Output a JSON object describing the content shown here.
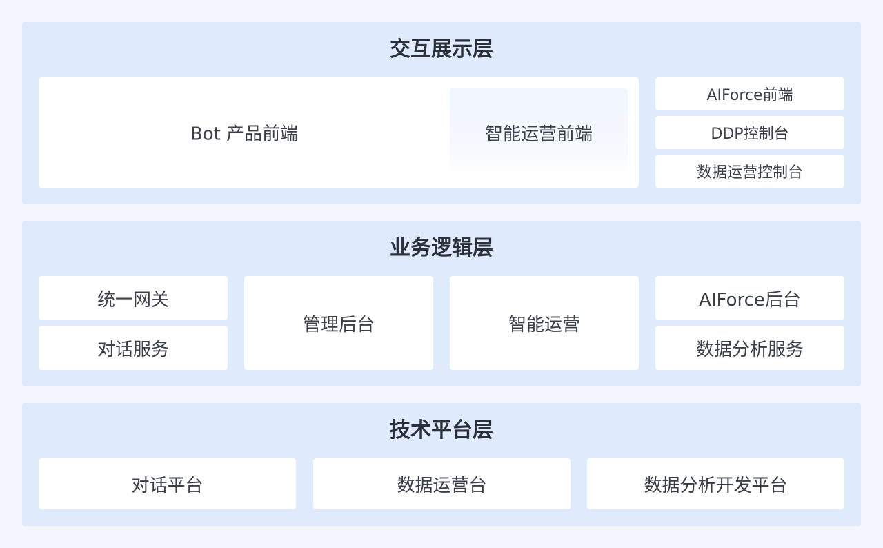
{
  "layers": [
    {
      "title": "交互展示层",
      "main_box": {
        "label": "Bot 产品前端",
        "inner_label": "智能运营前端"
      },
      "side_boxes": [
        "AIForce前端",
        "DDP控制台",
        "数据运营控制台"
      ]
    },
    {
      "title": "业务逻辑层",
      "col1": [
        "统一网关",
        "对话服务"
      ],
      "col2": "管理后台",
      "col3": "智能运营",
      "col4": [
        "AIForce后台",
        "数据分析服务"
      ]
    },
    {
      "title": "技术平台层",
      "boxes": [
        "对话平台",
        "数据运营台",
        "数据分析开发平台"
      ]
    }
  ],
  "colors": {
    "background": "#f4f8fe",
    "layer": "#dfeafc",
    "box": "#ffffff",
    "text": "#333a45"
  }
}
